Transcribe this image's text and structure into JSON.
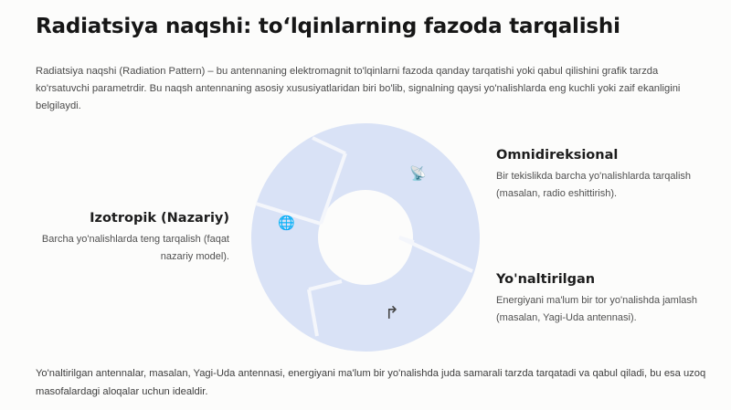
{
  "header": {
    "title": "Radiatsiya naqshi: to‘lqinlarning fazoda tarqalishi"
  },
  "intro": {
    "text": "Radiatsiya naqshi (Radiation Pattern) – bu antennaning elektromagnit to'lqinlarni fazoda qanday tarqatishi yoki qabul qilishini grafik tarzda ko'rsatuvchi parametrdir. Bu naqsh antennaning asosiy xususiyatlaridan biri bo'lib, signalning qaysi yo'nalishlarda eng kuchli yoki zaif ekanligini belgilaydi."
  },
  "diagram": {
    "fill_color": "#d9e2f6",
    "divider_color": "#f4f6fb",
    "segments": [
      {
        "icon": "antenna-icon",
        "glyph": "📡",
        "title": "Omnidireksional",
        "desc": "Bir tekislikda barcha yo'nalishlarda tarqalish (masalan, radio eshittirish)."
      },
      {
        "icon": "turn-right-arrow-icon",
        "glyph": "↱",
        "title": "Yo'naltirilgan",
        "desc": "Energiyani ma'lum bir tor yo'nalishda jamlash (masalan, Yagi-Uda antennasi)."
      },
      {
        "icon": "globe-icon",
        "glyph": "🌐",
        "title": "Izotropik (Nazariy)",
        "desc": "Barcha yo'nalishlarda teng tarqalish (faqat nazariy model)."
      }
    ]
  },
  "footer": {
    "text": "Yo'naltirilgan antennalar, masalan, Yagi-Uda antennasi, energiyani ma'lum bir yo'nalishda juda samarali tarzda tarqatadi va qabul qiladi, bu esa uzoq masofalardagi aloqalar uchun idealdir."
  }
}
